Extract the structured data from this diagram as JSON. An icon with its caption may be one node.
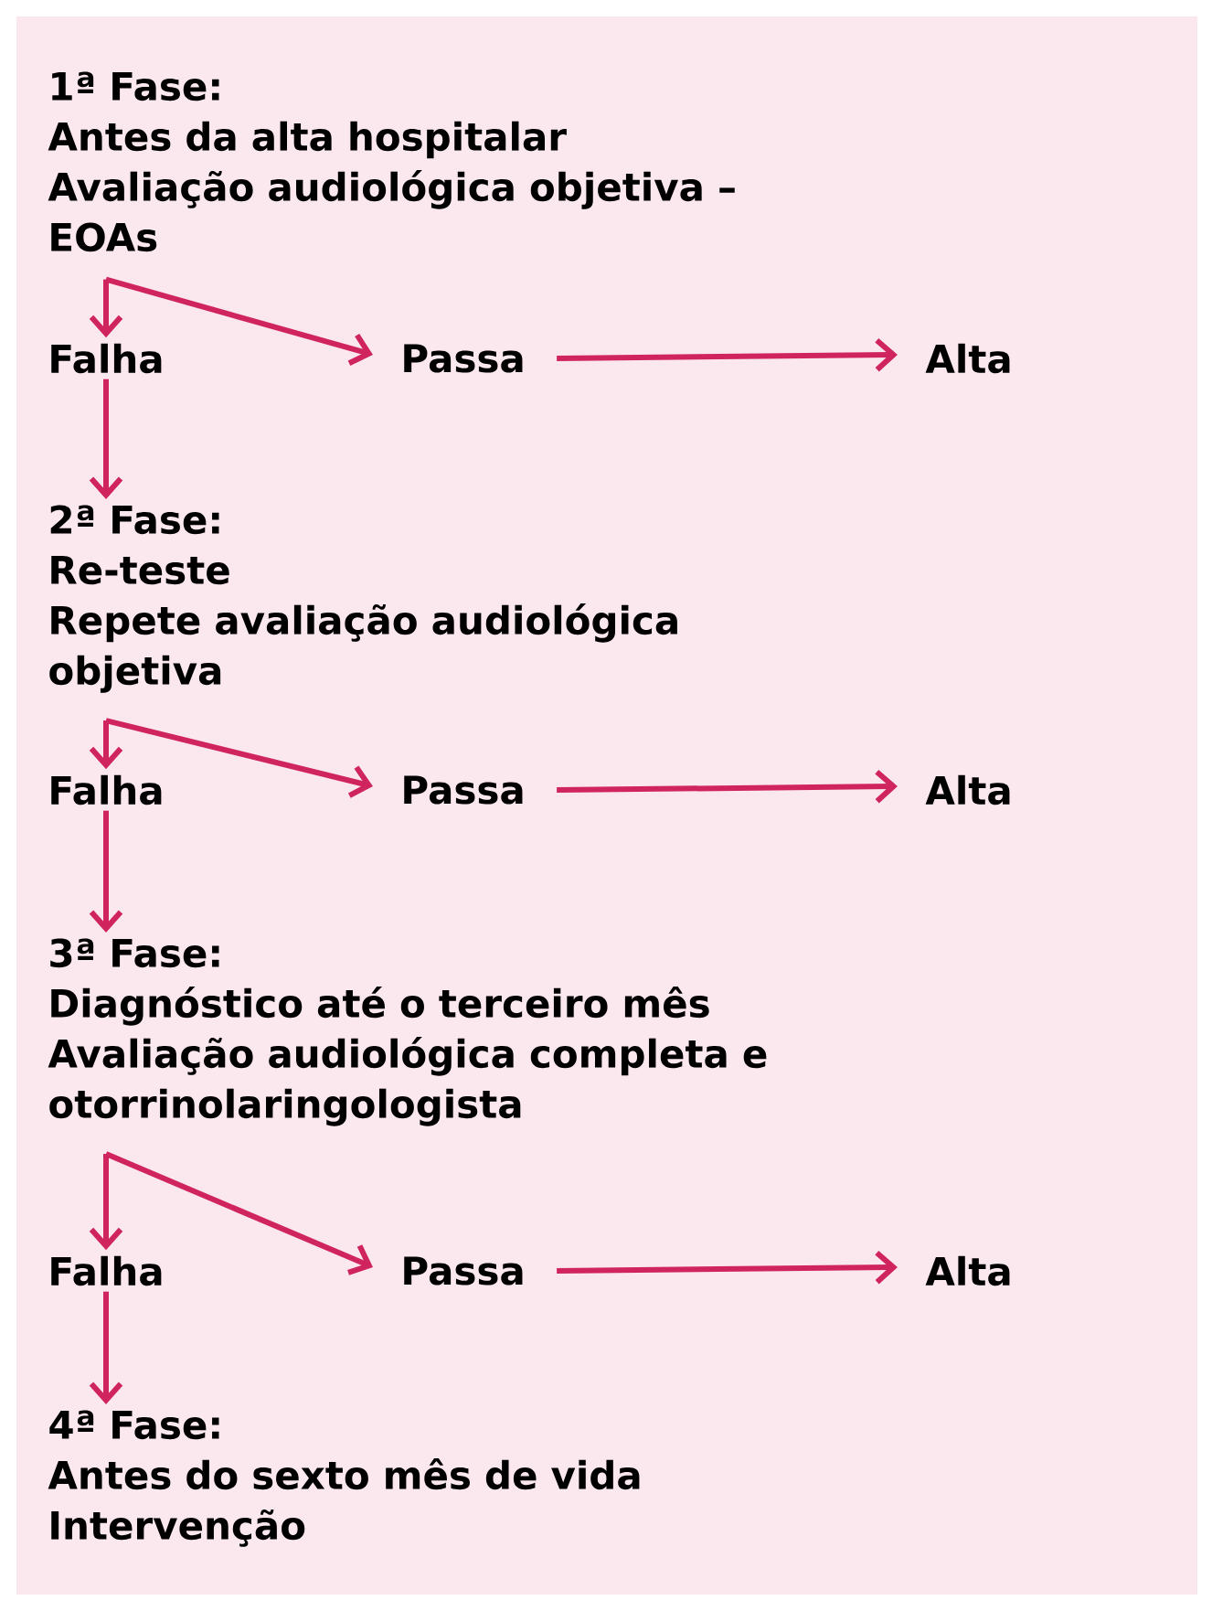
{
  "diagram": {
    "nodes": [
      {
        "text": [
          "1ª Fase:",
          "Antes da alta hospitalar",
          "Avaliação audiológica objetiva – EOAs"
        ]
      },
      {
        "text": [
          "Falha"
        ]
      },
      {
        "text": [
          "Passa"
        ]
      },
      {
        "text": [
          "Alta"
        ]
      },
      {
        "text": [
          "2ª Fase:",
          "Re-teste",
          "Repete avaliação audiológica objetiva"
        ]
      },
      {
        "text": [
          "Falha"
        ]
      },
      {
        "text": [
          "Passa"
        ]
      },
      {
        "text": [
          "Alta"
        ]
      },
      {
        "text": [
          "3ª Fase:",
          "Diagnóstico até o terceiro mês",
          "Avaliação audiológica completa e otorrinolaringologista"
        ]
      },
      {
        "text": [
          "Falha"
        ]
      },
      {
        "text": [
          "Passa"
        ]
      },
      {
        "text": [
          "Alta"
        ]
      },
      {
        "text": [
          "4ª Fase:",
          "Antes do sexto mês de vida",
          "Intervenção"
        ]
      }
    ],
    "edges": [
      {
        "from": 0,
        "to": 1,
        "arrow": "to"
      },
      {
        "from": 0,
        "to": 2,
        "arrow": "to"
      },
      {
        "from": 2,
        "to": 3,
        "arrow": "to"
      },
      {
        "from": 1,
        "to": 4,
        "arrow": "to"
      },
      {
        "from": 4,
        "to": 5,
        "arrow": "to"
      },
      {
        "from": 4,
        "to": 6,
        "arrow": "to"
      },
      {
        "from": 6,
        "to": 7,
        "arrow": "to"
      },
      {
        "from": 5,
        "to": 8,
        "arrow": "to"
      },
      {
        "from": 8,
        "to": 9,
        "arrow": "to"
      },
      {
        "from": 8,
        "to": 10,
        "arrow": "to"
      },
      {
        "from": 10,
        "to": 11,
        "arrow": "to"
      },
      {
        "from": 9,
        "to": 12,
        "arrow": "to"
      }
    ]
  }
}
